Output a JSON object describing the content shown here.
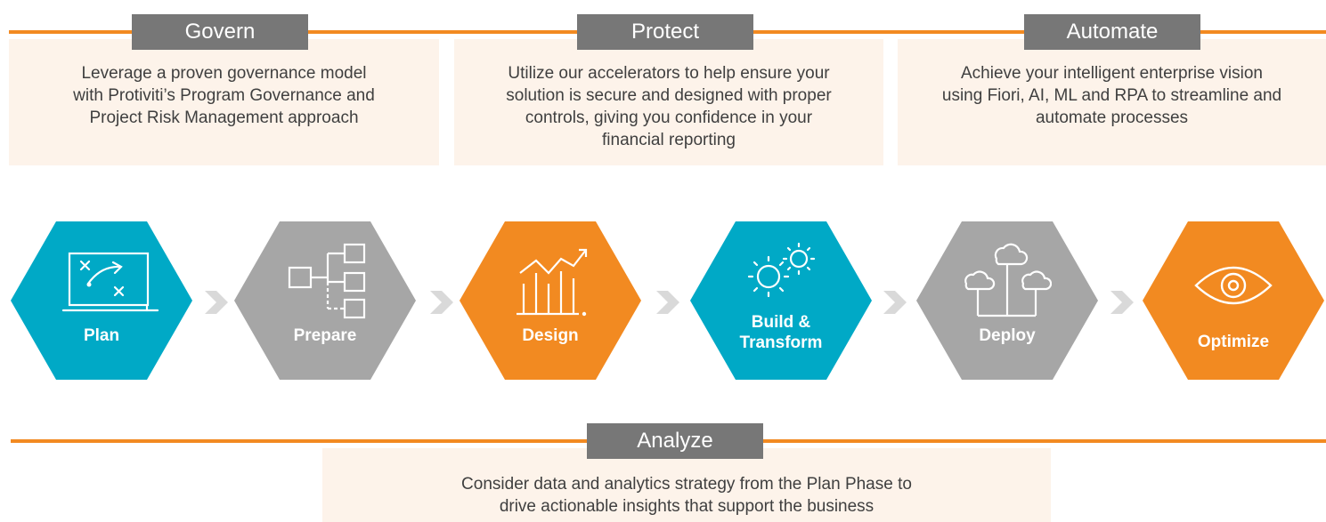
{
  "colors": {
    "orange": "#f28a21",
    "teal": "#00a9c6",
    "gray": "#a6a6a6",
    "tab_gray": "#777777",
    "box_bg": "#fdf3ea",
    "chevron": "#d9d9d9",
    "text": "#3f3f3f"
  },
  "pillars": {
    "govern": {
      "title": "Govern",
      "lines": [
        "Leverage a proven governance model",
        "with Protiviti’s Program Governance  and",
        "Project Risk Management  approach"
      ]
    },
    "protect": {
      "title": "Protect",
      "lines": [
        "Utilize our accelerators to help ensure your",
        "solution is secure and designed with proper",
        "controls, giving you confidence in your",
        "financial reporting"
      ]
    },
    "automate": {
      "title": "Automate",
      "lines": [
        "Achieve your intelligent enterprise vision",
        "using Fiori, AI, ML and RPA to streamline and",
        "automate  processes"
      ]
    },
    "analyze": {
      "title": "Analyze",
      "lines": [
        "Consider data and analytics strategy from the Plan Phase to",
        "drive actionable  insights that support the business"
      ]
    }
  },
  "phases": [
    {
      "label": "Plan",
      "color": "teal",
      "icon": "whiteboard-strategy-icon"
    },
    {
      "label": "Prepare",
      "color": "gray",
      "icon": "hierarchy-chart-icon"
    },
    {
      "label": "Design",
      "color": "orange",
      "icon": "bar-chart-growth-icon"
    },
    {
      "label": "Build &\nTransform",
      "color": "teal",
      "icon": "gears-icon"
    },
    {
      "label": "Deploy",
      "color": "gray",
      "icon": "cloud-network-icon"
    },
    {
      "label": "Optimize",
      "color": "orange",
      "icon": "eye-icon"
    }
  ]
}
